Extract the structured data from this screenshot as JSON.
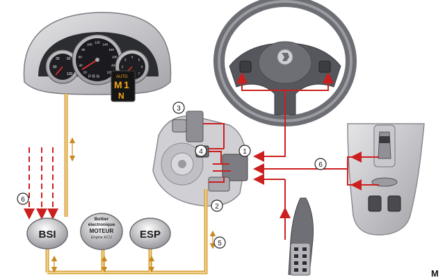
{
  "diagram": {
    "dashboard": {
      "speed_ticks": [
        "20",
        "40",
        "60",
        "80",
        "100",
        "120",
        "140",
        "160",
        "180",
        "200",
        "220"
      ],
      "rpm_ticks": [
        "1",
        "2",
        "3",
        "4",
        "5",
        "6",
        "7"
      ],
      "left_gauge_ticks": [
        "30",
        "60",
        "90",
        "120"
      ],
      "small_readout": "P R N",
      "gear_display": [
        "AUTO",
        "M",
        "1",
        "N"
      ]
    },
    "callouts": {
      "c1": "1",
      "c2": "2",
      "c3": "3",
      "c4": "4",
      "c5": "5",
      "c6_left": "6",
      "c6_right": "6"
    },
    "ecus": {
      "bsi": "BSI",
      "engine_line1": "Boîtier",
      "engine_line2": "électronique",
      "engine_line3": "MOTEUR",
      "engine_line4": "Engine ECU",
      "esp": "ESP"
    },
    "corner_text": "M",
    "colors": {
      "signal": "#cc1f1f",
      "bus": "#d9a23a",
      "bus_light": "#f3d898",
      "part_grey": "#8c8c92",
      "part_light": "#c9c9cf"
    }
  }
}
